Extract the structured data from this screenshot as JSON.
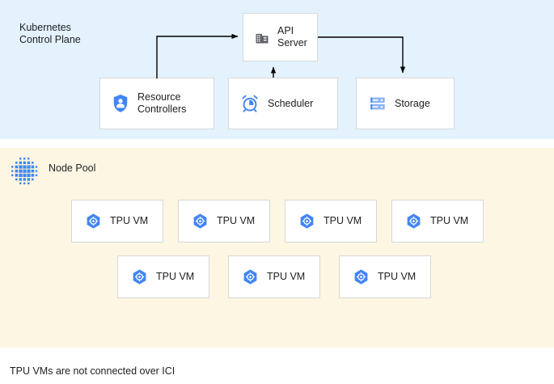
{
  "control_plane": {
    "title": "Kubernetes\nControl Plane",
    "background": "#e3f2fd",
    "nodes": [
      {
        "id": "api-server",
        "label": "API\nServer",
        "icon": "building-icon"
      },
      {
        "id": "resource-controllers",
        "label": "Resource\nControllers",
        "icon": "shield-person-icon"
      },
      {
        "id": "scheduler",
        "label": "Scheduler",
        "icon": "alarm-clock-icon"
      },
      {
        "id": "storage",
        "label": "Storage",
        "icon": "server-rack-icon"
      }
    ],
    "edges": [
      {
        "from": "resource-controllers",
        "to": "api-server"
      },
      {
        "from": "scheduler",
        "to": "api-server"
      },
      {
        "from": "api-server",
        "to": "storage"
      }
    ]
  },
  "node_pool": {
    "title": "Node Pool",
    "background": "#fdf6e3",
    "icon": "node-cluster-dots-icon",
    "rows": [
      {
        "vms": [
          {
            "label": "TPU VM",
            "icon": "tpu-hex-icon"
          },
          {
            "label": "TPU VM",
            "icon": "tpu-hex-icon"
          },
          {
            "label": "TPU VM",
            "icon": "tpu-hex-icon"
          },
          {
            "label": "TPU VM",
            "icon": "tpu-hex-icon"
          }
        ]
      },
      {
        "vms": [
          {
            "label": "TPU VM",
            "icon": "tpu-hex-icon"
          },
          {
            "label": "TPU VM",
            "icon": "tpu-hex-icon"
          },
          {
            "label": "TPU VM",
            "icon": "tpu-hex-icon"
          }
        ]
      }
    ]
  },
  "caption": "TPU VMs are not connected over ICI",
  "colors": {
    "control_plane_bg": "#e3f2fd",
    "node_pool_bg": "#fdf6e3",
    "accent_blue": "#4285f4",
    "icon_gray": "#5f6368",
    "text": "#202124",
    "box_border": "#d8d8d8",
    "connector": "#000000"
  }
}
